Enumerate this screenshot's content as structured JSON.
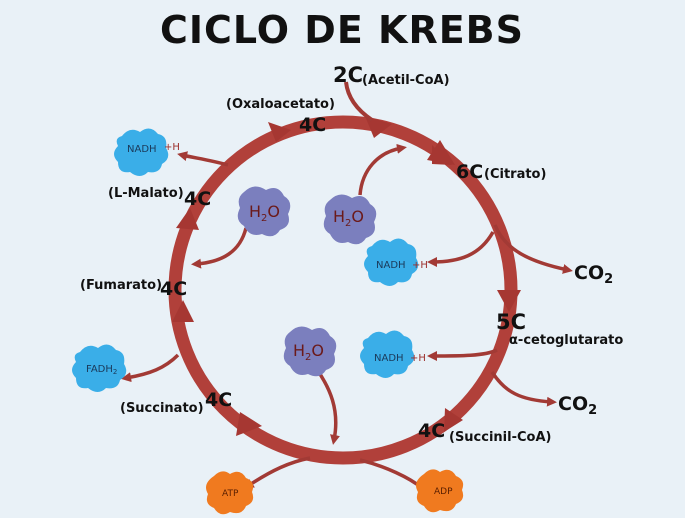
{
  "title": "CICLO DE KREBS",
  "stages": {
    "acetyl": {
      "carbon": "2C",
      "name": "(Acetil-CoA)"
    },
    "oxaloacetate": {
      "carbon": "4C",
      "name": "(Oxaloacetato)"
    },
    "citrate": {
      "carbon": "6C",
      "name": "(Citrato)"
    },
    "malate": {
      "carbon": "4C",
      "name": "(L-Malato)"
    },
    "fumarate": {
      "carbon": "4C",
      "name": "(Fumarato)"
    },
    "ketoglutarate": {
      "carbon": "5C",
      "name": "α-cetoglutarato"
    },
    "succinate": {
      "carbon": "4C",
      "name": "(Succinato)"
    },
    "succinylcoa": {
      "carbon": "4C",
      "name": "(Succinil-CoA)"
    }
  },
  "molecules": {
    "nadh": "NADH",
    "plus_h": "+H",
    "fadh2": "FADH",
    "fadh2_sub": "2",
    "co2": "CO",
    "co2_sub": "2",
    "h2o_h": "H",
    "h2o_sub": "2",
    "h2o_o": "O",
    "atp": "ATP",
    "adp": "ADP"
  },
  "colors": {
    "cycle": "#b1403a",
    "nadh": "#3aaee8",
    "h2o": "#7b7fbe",
    "atp": "#f07a1f",
    "background": "#e9f1f7"
  }
}
